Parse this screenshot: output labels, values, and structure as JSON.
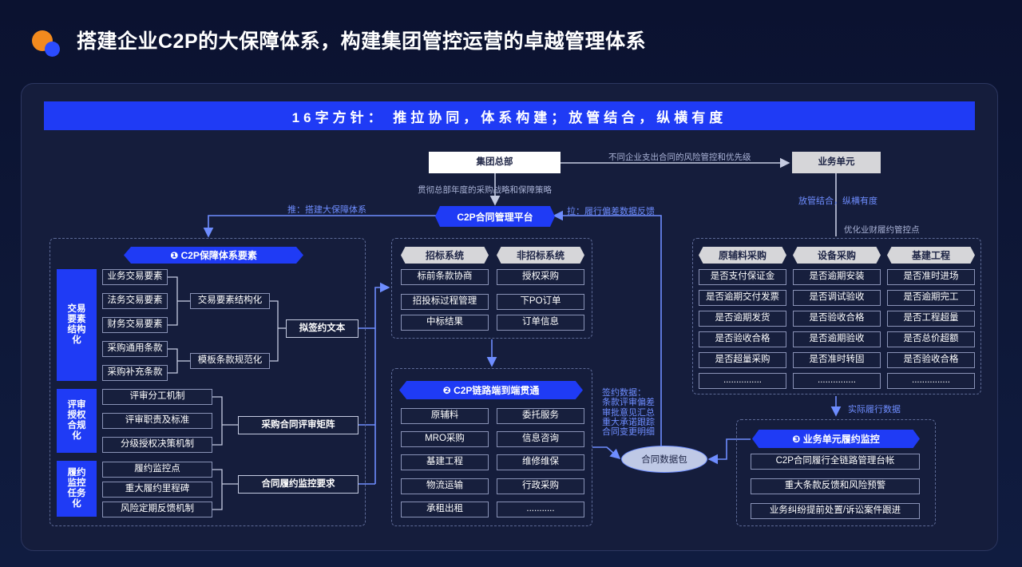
{
  "page": {
    "title": "搭建企业C2P的大保障体系，构建集团管控运营的卓越管理体系"
  },
  "banner": "16字方针：  推拉协同，体系构建；放管结合，纵横有度",
  "top": {
    "group_hq": "集团总部",
    "business_unit": "业务单元",
    "hq_to_unit_label": "不同企业支出合同的风险管控和优先级",
    "hq_down_label": "贯彻总部年度的采购战略和保障策略",
    "unit_down_label": "放管结合，纵横有度",
    "unit_optimize_label": "优化业财履约管控点",
    "platform": "C2P合同管理平台",
    "push_label": "推：搭建大保障体系",
    "pull_label": "拉：履行偏差数据反馈"
  },
  "left": {
    "header": "❶ C2P保障体系要素",
    "groups": [
      {
        "label": "交易要素结构化",
        "items": [
          "业务交易要素",
          "法务交易要素",
          "财务交易要素",
          "采购通用条款",
          "采购补充条款"
        ]
      },
      {
        "label": "评审授权合规化",
        "items": [
          "评审分工机制",
          "评审职责及标准",
          "分级授权决策机制"
        ]
      },
      {
        "label": "履约监控任务化",
        "items": [
          "履约监控点",
          "重大履约里程碑",
          "风险定期反馈机制"
        ]
      }
    ],
    "mid": [
      "交易要素结构化",
      "模板条款规范化"
    ],
    "outputs": [
      "拟签约文本",
      "采购合同评审矩阵",
      "合同履约监控要求"
    ]
  },
  "center": {
    "tabs": [
      "招标系统",
      "非招标系统"
    ],
    "bid_items": [
      "标前条款协商",
      "招投标过程管理",
      "中标结果"
    ],
    "nonbid_items": [
      "授权采购",
      "下PO订单",
      "订单信息"
    ],
    "chain_header": "❷ C2P链路端到端贯通",
    "chain_items": [
      "原辅料",
      "委托服务",
      "MRO采购",
      "信息咨询",
      "基建工程",
      "维修维保",
      "物流运输",
      "行政采购",
      "承租出租",
      "..........."
    ]
  },
  "data_pkg": {
    "label": "合同数据包",
    "note_title": "签约数据：",
    "notes": [
      "条款评审偏差",
      "审批意见汇总",
      "重大承诺跟踪",
      "合同变更明细"
    ]
  },
  "right": {
    "tabs": [
      "原辅料采购",
      "设备采购",
      "基建工程"
    ],
    "columns": [
      [
        "是否支付保证金",
        "是否逾期交付发票",
        "是否逾期发货",
        "是否验收合格",
        "是否超量采购",
        "..............."
      ],
      [
        "是否逾期安装",
        "是否调试验收",
        "是否验收合格",
        "是否逾期验收",
        "是否准时转固",
        "..............."
      ],
      [
        "是否准时进场",
        "是否逾期完工",
        "是否工程超量",
        "是否总价超额",
        "是否验收合格",
        "..............."
      ]
    ],
    "actual_label": "实际履行数据",
    "monitor_header": "❸ 业务单元履约监控",
    "monitor_items": [
      "C2P合同履行全链路管理台帐",
      "重大条款反馈和风险预警",
      "业务纠纷提前处置/诉讼案件跟进"
    ]
  },
  "colors": {
    "accent": "#1f3bf5",
    "line": "#6e8dff",
    "orange": "#f28a1e"
  }
}
